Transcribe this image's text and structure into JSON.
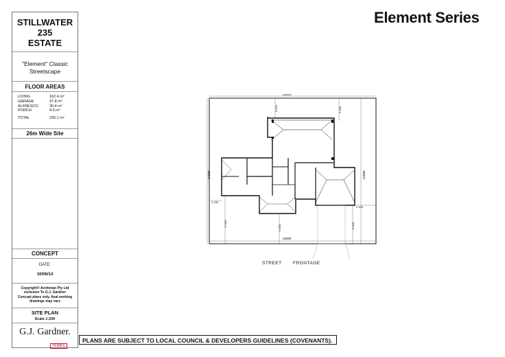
{
  "title_block": {
    "estate_line1": "STILLWATER",
    "estate_line2": "235",
    "estate_line3": "ESTATE",
    "classic_line1": "\"Element\"  Classic",
    "classic_line2": "Streetscape",
    "floor_areas_heading": "FLOOR AREAS",
    "floor_areas": [
      {
        "label": "LIVING",
        "value": "162.4 m²"
      },
      {
        "label": "GARAGE",
        "value": "37.8 m²"
      },
      {
        "label": "ALFRESCO",
        "value": "30.4 m²"
      },
      {
        "label": "PORCH",
        "value": "4.5 m²"
      }
    ],
    "total_label": "TOTAL",
    "total_value": "235.1 m²",
    "site_width": "26m Wide Site",
    "concept": "CONCEPT",
    "date_label": "DATE:",
    "date_value": "10/06/14",
    "copyright_line1": "Copyright© Archiman Pty Ltd",
    "copyright_line2": "exclusive To G.J. Gardner",
    "copyright_line3": "Concept plans only, final working",
    "copyright_line4": "drawings may vary",
    "plan_type": "SITE PLAN",
    "scale": "Scale 1:200",
    "logo_text": "G.J. Gardner.",
    "logo_sub": "HOMES"
  },
  "series_title": "Element Series",
  "site_plan": {
    "dim_top": "26000",
    "dim_bottom_overall": "26000",
    "dim_bottom_left": "5 000",
    "dim_setback_back_left": "3 620",
    "dim_setback_back_right": "4 330",
    "dim_depth_left": "24000",
    "dim_depth_right": "24000",
    "dim_side_left": "2 235",
    "dim_side_right": "2 100",
    "dim_front_left": "6 930",
    "dim_front_right": "6 000",
    "street_label_1": "STREET",
    "street_label_2": "FRONTAGE"
  },
  "notice": "PLANS ARE SUBJECT TO LOCAL COUNCIL & DEVELOPERS GUIDELINES (COVENANTS)."
}
